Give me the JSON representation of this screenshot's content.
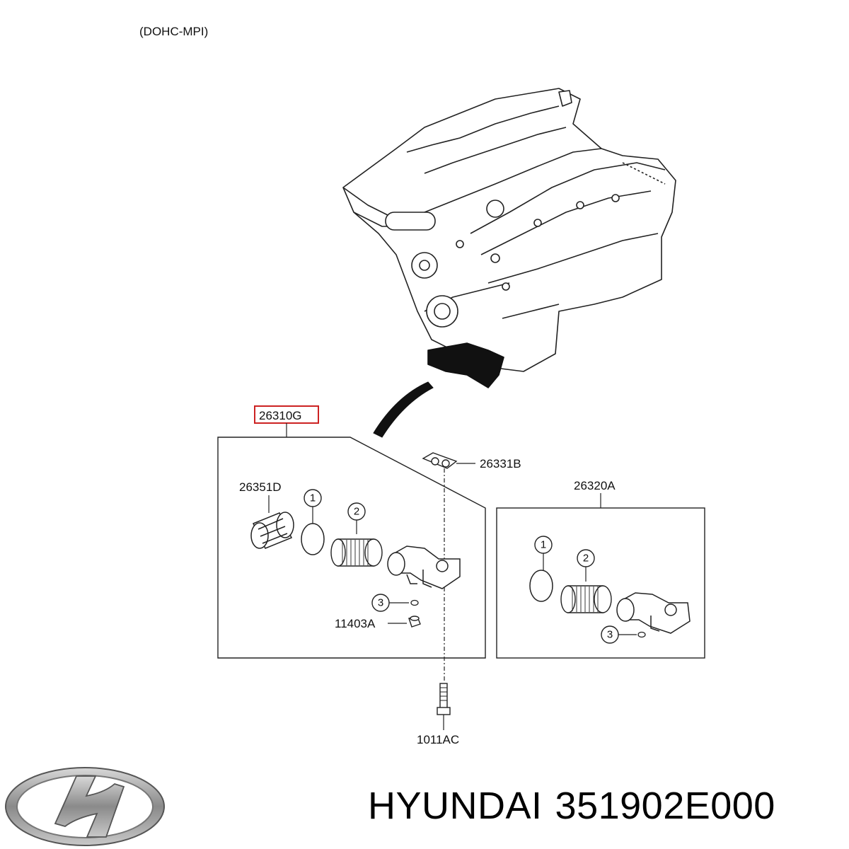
{
  "header": {
    "variant": "(DOHC-MPI)"
  },
  "assembly": {
    "main_part": "26310G",
    "highlight_color": "#cc2222"
  },
  "parts": {
    "cap": "26351D",
    "gasket": "26331B",
    "kit": "26320A",
    "drain_plug": "11403A",
    "bolt": "1011AC"
  },
  "callouts": {
    "o_ring": "1",
    "filter_element": "2",
    "washer": "3"
  },
  "footer": {
    "brand": "HYUNDAI",
    "part_number": "351902E000"
  }
}
